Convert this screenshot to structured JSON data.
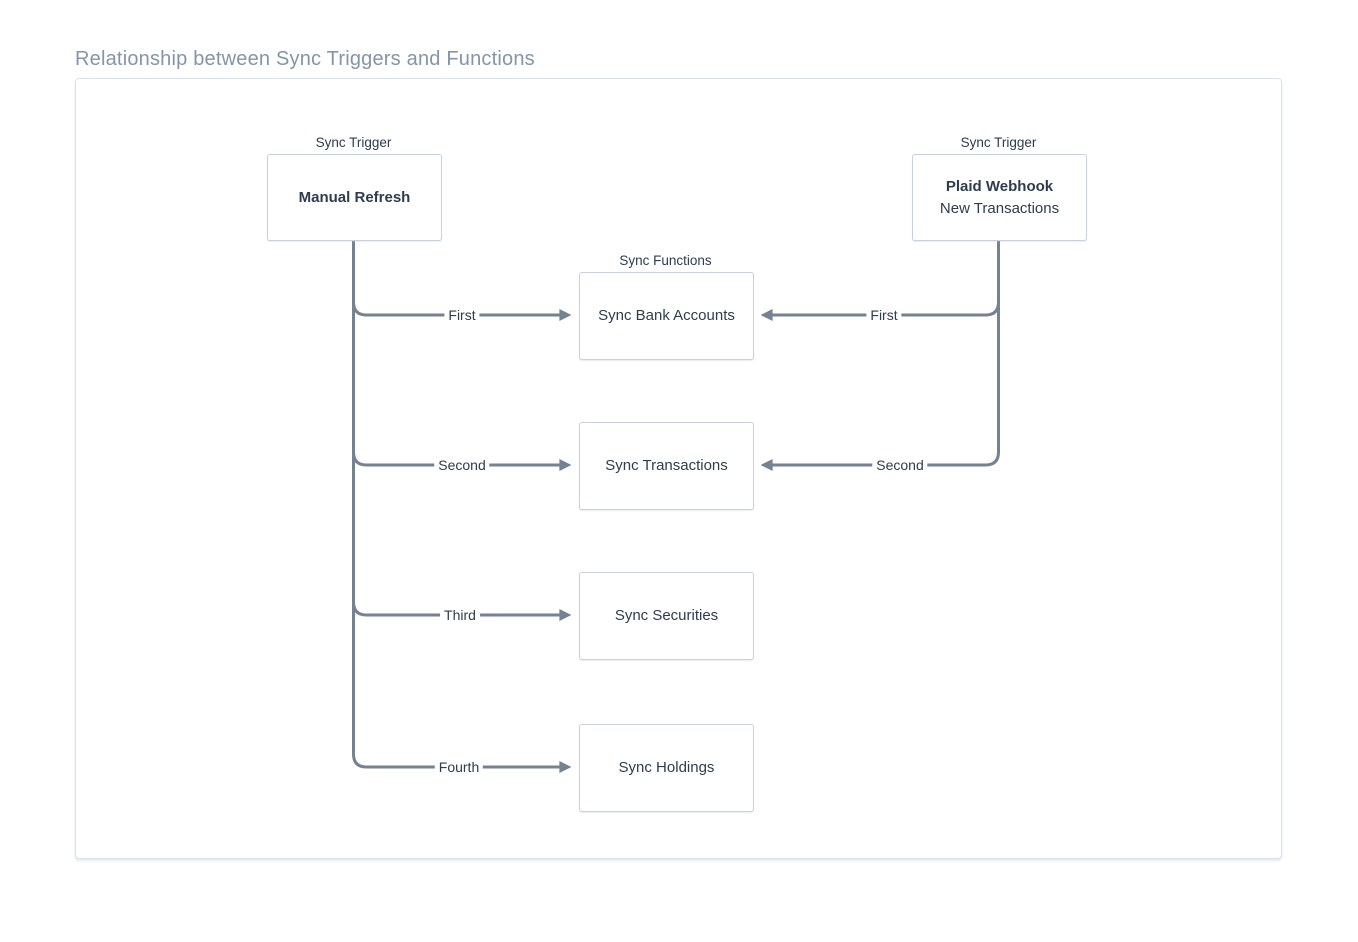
{
  "title": "Relationship between Sync Triggers and Functions",
  "colors": {
    "line": "#758292",
    "node_border": "#c8d1dc",
    "node_text": "#2e3c4e",
    "title_text": "#8495a7",
    "panel_border": "#d9e1ea"
  },
  "triggers": [
    {
      "group_label": "Sync Trigger",
      "title": "Manual Refresh",
      "subtitle": ""
    },
    {
      "group_label": "Sync Trigger",
      "title": "Plaid Webhook",
      "subtitle": "New Transactions"
    }
  ],
  "functions_header": "Sync Functions",
  "functions": [
    {
      "label": "Sync Bank Accounts"
    },
    {
      "label": "Sync Transactions"
    },
    {
      "label": "Sync Securities"
    },
    {
      "label": "Sync Holdings"
    }
  ],
  "edges": {
    "manual": [
      {
        "label": "First"
      },
      {
        "label": "Second"
      },
      {
        "label": "Third"
      },
      {
        "label": "Fourth"
      }
    ],
    "webhook": [
      {
        "label": "First"
      },
      {
        "label": "Second"
      }
    ]
  }
}
